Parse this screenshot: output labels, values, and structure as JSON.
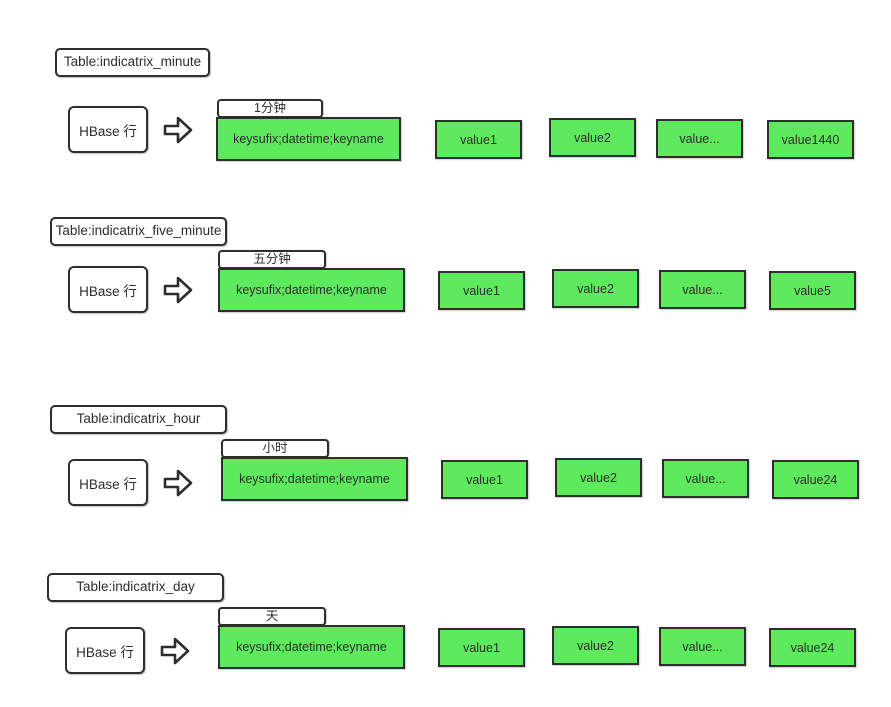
{
  "diagram": {
    "colors": {
      "cell_fill_green": "#5dea5d",
      "shape_border": "#2e2e2e",
      "label_fill": "#ffffff",
      "text": "#2d2d2d"
    },
    "rows": [
      {
        "table_label": "Table:indicatrix_minute",
        "hbase_label": "HBase 行",
        "arrow_icon": "right-block-arrow-icon",
        "time_label": "1分钟",
        "key_label": "keysufix;datetime;keyname",
        "values": [
          "value1",
          "value2",
          "value...",
          "value1440"
        ]
      },
      {
        "table_label": "Table:indicatrix_five_minute",
        "hbase_label": "HBase 行",
        "arrow_icon": "right-block-arrow-icon",
        "time_label": "五分钟",
        "key_label": "keysufix;datetime;keyname",
        "values": [
          "value1",
          "value2",
          "value...",
          "value5"
        ]
      },
      {
        "table_label": "Table:indicatrix_hour",
        "hbase_label": "HBase 行",
        "arrow_icon": "right-block-arrow-icon",
        "time_label": "小时",
        "key_label": "keysufix;datetime;keyname",
        "values": [
          "value1",
          "value2",
          "value...",
          "value24"
        ]
      },
      {
        "table_label": "Table:indicatrix_day",
        "hbase_label": "HBase 行",
        "arrow_icon": "right-block-arrow-icon",
        "time_label": "天",
        "key_label": "keysufix;datetime;keyname",
        "values": [
          "value1",
          "value2",
          "value...",
          "value24"
        ]
      }
    ]
  }
}
